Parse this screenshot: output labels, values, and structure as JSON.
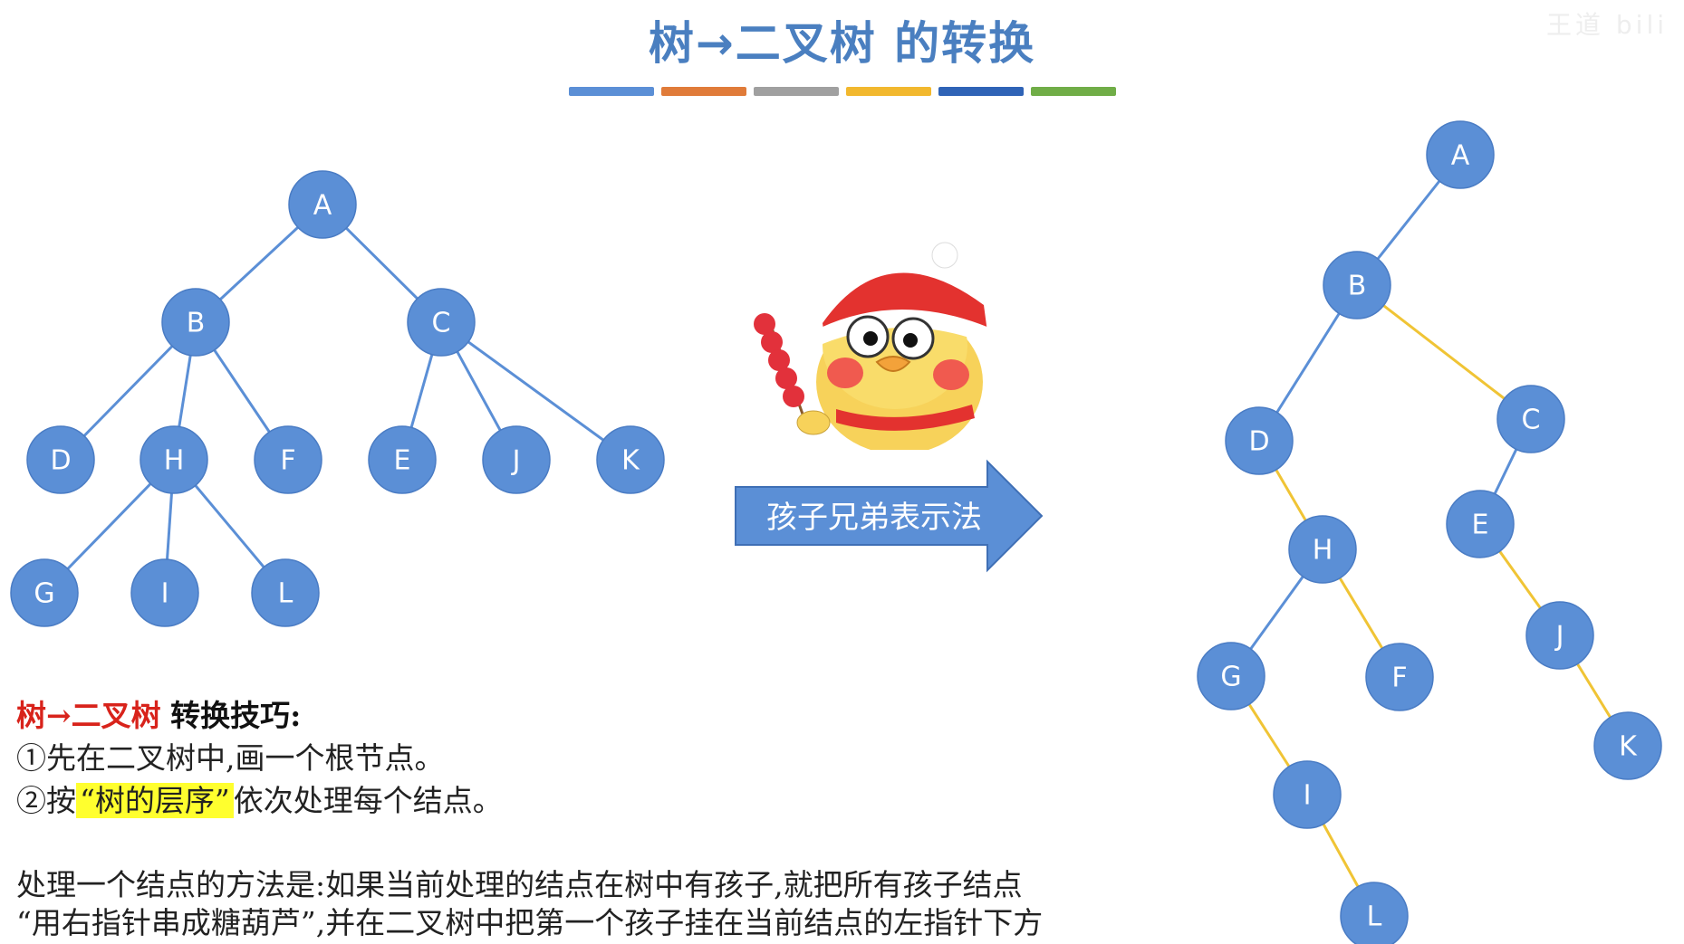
{
  "title": "树→二叉树 的转换",
  "title_bar_colors": [
    "#5b8fd6",
    "#e07b39",
    "#a0a0a0",
    "#f2b82e",
    "#2f63b6",
    "#70ad47"
  ],
  "watermark": "王道 bili",
  "arrow": {
    "label": "孩子兄弟表示法",
    "fill": "#5b8fd6"
  },
  "colors": {
    "node": "#5b8fd6",
    "tree_edge": "#5b8fd6",
    "child_edge": "#5b8fd6",
    "sibling_edge": "#f0c435"
  },
  "source_tree": {
    "root": "A",
    "children": {
      "A": [
        "B",
        "C"
      ],
      "B": [
        "D",
        "H",
        "F"
      ],
      "C": [
        "E",
        "J",
        "K"
      ],
      "H": [
        "G",
        "I",
        "L"
      ]
    }
  },
  "binary_tree": {
    "root": "A",
    "left_edges": [
      [
        "A",
        "B"
      ],
      [
        "B",
        "D"
      ],
      [
        "C",
        "E"
      ],
      [
        "H",
        "G"
      ]
    ],
    "right_edges": [
      [
        "B",
        "C"
      ],
      [
        "D",
        "H"
      ],
      [
        "H",
        "F"
      ],
      [
        "E",
        "J"
      ],
      [
        "J",
        "K"
      ],
      [
        "G",
        "I"
      ],
      [
        "I",
        "L"
      ]
    ]
  },
  "tips": {
    "head_red": "树→二叉树",
    "head_bold": "转换技巧:",
    "step1": "①先在二叉树中,画一个根节点。",
    "step2_prefix": "②按",
    "step2_highlight": "“树的层序”",
    "step2_suffix": "依次处理每个结点。"
  },
  "method": {
    "line1": "处理一个结点的方法是:如果当前处理的结点在树中有孩子,就把所有孩子结点",
    "line2": "“用右指针串成糖葫芦”,并在二叉树中把第一个孩子挂在当前结点的左指针下方"
  }
}
